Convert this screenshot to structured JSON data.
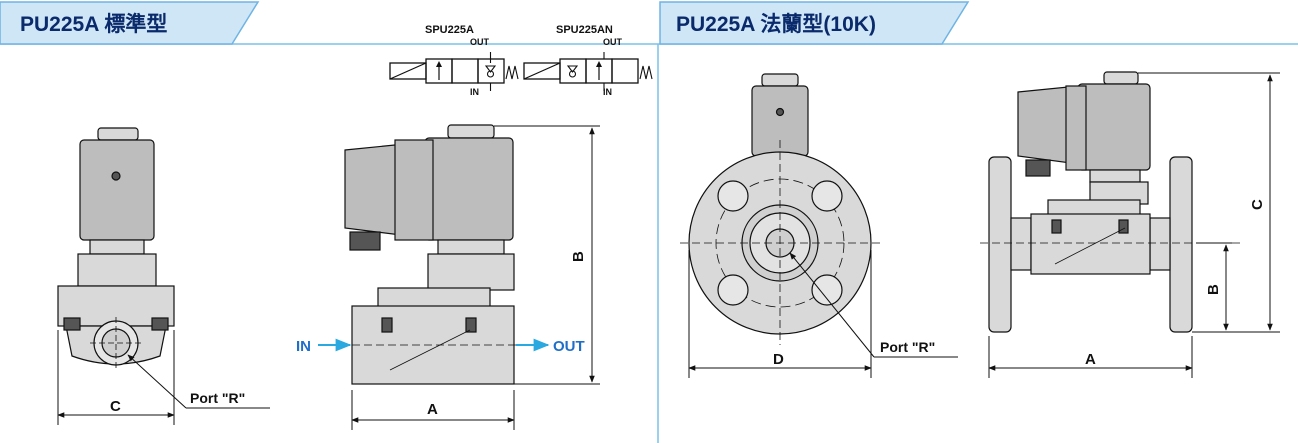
{
  "panels": {
    "left": {
      "title": "PU225A 標準型"
    },
    "right": {
      "title": "PU225A 法蘭型(10K)"
    }
  },
  "symbols": {
    "a": {
      "name": "SPU225A",
      "out": "OUT",
      "in": "IN"
    },
    "b": {
      "name": "SPU225AN",
      "out": "OUT",
      "in": "IN"
    }
  },
  "labels": {
    "port": "Port \"R\"",
    "in": "IN",
    "out": "OUT",
    "dim_a": "A",
    "dim_b": "B",
    "dim_c": "C",
    "dim_d": "D"
  },
  "colors": {
    "tab_fill": "#cfe6f7",
    "tab_border": "#6fb4e3",
    "panel_border": "#7cc0ea",
    "body_fill": "#d9d9d9",
    "coil_fill": "#bdbdbd",
    "dark_fill": "#555555",
    "flow_arrow": "#2aa8e0",
    "flow_text": "#1f6fc9"
  }
}
